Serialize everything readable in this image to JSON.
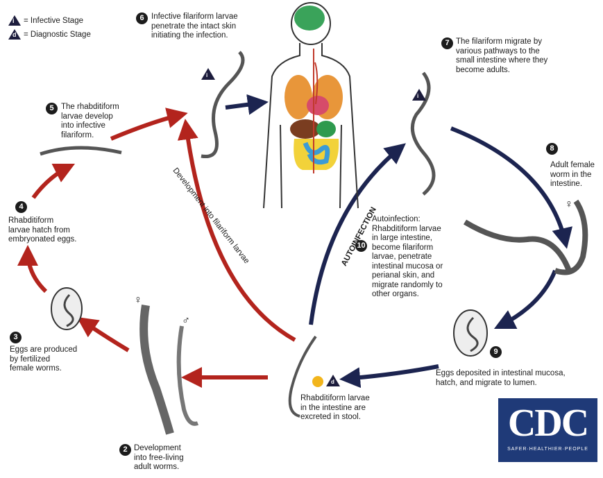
{
  "legend": {
    "infective_symbol": "i",
    "infective_label": "= Infective Stage",
    "diagnostic_symbol": "d",
    "diagnostic_label": "= Diagnostic Stage"
  },
  "steps": {
    "s2": {
      "num": "2",
      "text": "Development\ninto free-living\nadult worms."
    },
    "s3": {
      "num": "3",
      "text": "Eggs are produced\nby fertilized\nfemale worms."
    },
    "s4": {
      "num": "4",
      "text": "Rhabditiform\nlarvae hatch from\nembryonated eggs."
    },
    "s5": {
      "num": "5",
      "text": "The rhabditiform\nlarvae develop\ninto infective\nfilariform."
    },
    "s6": {
      "num": "6",
      "text": "Infective filariform larvae\npenetrate the intact skin\ninitiating the infection."
    },
    "s7": {
      "num": "7",
      "text": "The filariform migrate by\nvarious pathways to the\nsmall intestine where they\nbecome adults."
    },
    "s8": {
      "num": "8",
      "text": "Adult female\nworm in the\nintestine."
    },
    "s9": {
      "num": "9",
      "text": "Eggs deposited in intestinal mucosa,\nhatch, and migrate to lumen."
    },
    "s10": {
      "num": "10",
      "text": "Autoinfection:\nRhabditiform larvae\nin large intestine,\nbecome filariform\nlarvae, penetrate\nintestinal mucosa or\nperianal skin, and\nmigrate randomly to\nother organs."
    },
    "s1": {
      "text": "Rhabditiform larvae\nin the intestine are\nexcreted in stool."
    }
  },
  "rotated": {
    "development": "Development into filariform larvae",
    "autoinfection": "AUTOINFECTION"
  },
  "symbols": {
    "female": "♀",
    "male": "♂",
    "infective_marker": "i",
    "diagnostic_marker": "d"
  },
  "logo": {
    "text": "CDC",
    "tagline": "SAFER·HEALTHIER·PEOPLE"
  },
  "colors": {
    "red_arrow": "#b3241d",
    "navy_arrow": "#1c2450",
    "logo_blue": "#1f3a78"
  }
}
